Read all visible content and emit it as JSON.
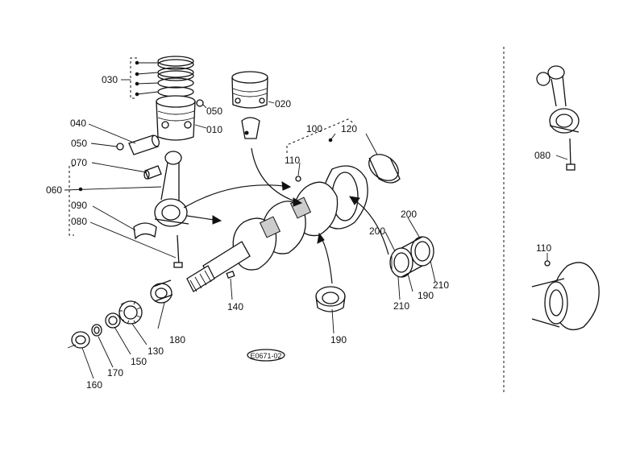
{
  "labels": {
    "p010": "010",
    "p020": "020",
    "p030": "030",
    "p040": "040",
    "p050a": "050",
    "p050b": "050",
    "p060": "060",
    "p070": "070",
    "p080": "080",
    "p090": "090",
    "p100": "100",
    "p110": "110",
    "p120": "120",
    "p130": "130",
    "p140": "140",
    "p150": "150",
    "p160": "160",
    "p170": "170",
    "p180": "180",
    "p190a": "190",
    "p190b": "190",
    "p200a": "200",
    "p200b": "200",
    "p210a": "210",
    "p210b": "210",
    "r080": "080",
    "r110": "110"
  },
  "drawing_code": "E0671-02",
  "colors": {
    "ink": "#111111",
    "paper": "#ffffff"
  }
}
